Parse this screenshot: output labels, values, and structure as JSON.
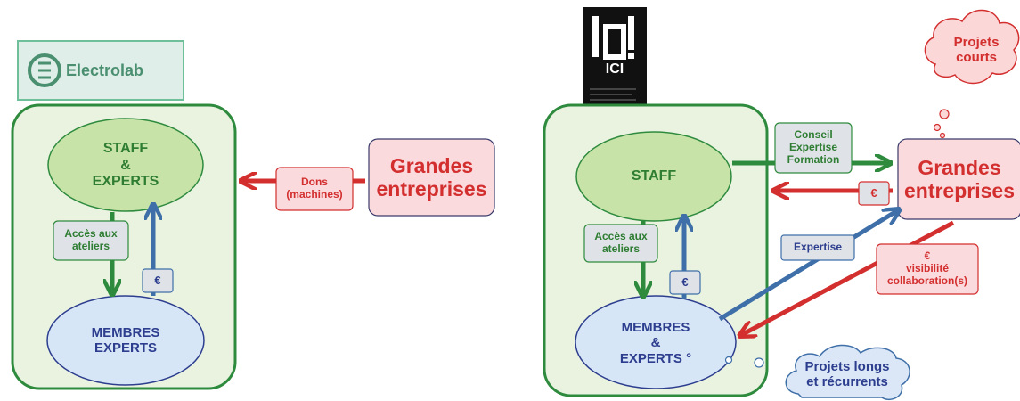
{
  "colors": {
    "green": "#2e8b3e",
    "blue": "#3e6fa8",
    "red": "#d32f2f",
    "container_fill": "#eaf3e0",
    "staff_fill": "#c7e3a8",
    "members_fill": "#d7e6f7",
    "company_fill": "#fadadd",
    "label_fill": "#dfe3e8",
    "cloud_pink": "#fbd7d7",
    "cloud_blue": "#dbe7f7"
  },
  "left": {
    "logo": {
      "name": "Electrolab"
    },
    "staff": "STAFF\n&\nEXPERTS",
    "members": "MEMBRES\nEXPERTS",
    "company": "Grandes\nentreprises",
    "access_label": "Accès aux\nateliers",
    "euro_label": "€",
    "donations_label": "Dons\n(machines)"
  },
  "right": {
    "logo": {
      "name": "ICI"
    },
    "staff": "STAFF",
    "members": "MEMBRES\n&\nEXPERTS °",
    "company": "Grandes\nentreprises",
    "access_label": "Accès aux\nateliers",
    "euro_label": "€",
    "conseil_label": "Conseil\nExpertise\nFormation",
    "euro_company_label": "€",
    "expertise_label": "Expertise",
    "visibility_label": "€\nvisibilité\ncollaboration(s)",
    "cloud_short": "Projets\ncourts",
    "cloud_long": "Projets longs\net récurrents"
  }
}
